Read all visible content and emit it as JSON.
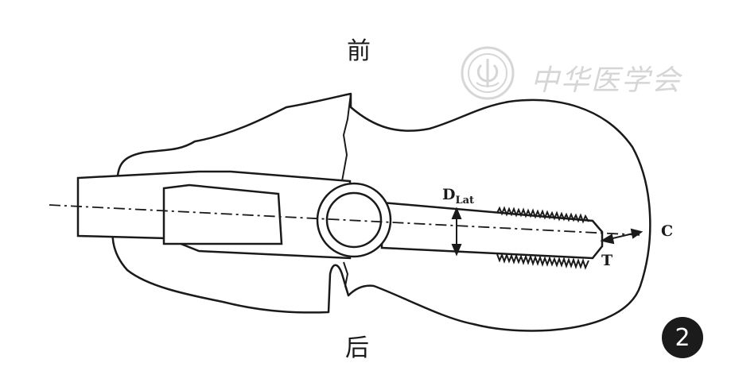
{
  "labels": {
    "front": "前",
    "back": "后",
    "d_main": "D",
    "d_sub": "Lat",
    "t": "T",
    "c": "C"
  },
  "watermark": {
    "text": "中华医学会"
  },
  "figure_number": "2",
  "colors": {
    "line": "#1a1a1a",
    "watermark": "#d6d6d6",
    "badge": "#1b1b1b"
  }
}
